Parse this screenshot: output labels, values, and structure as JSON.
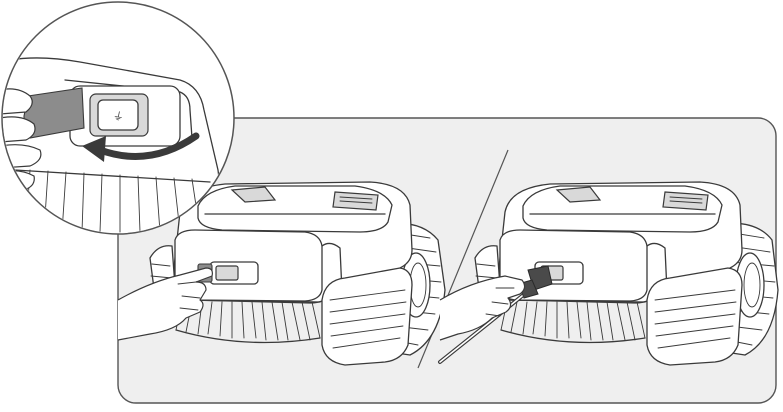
{
  "figure": {
    "panel_count": 2,
    "has_inset_detail": true,
    "colors": {
      "panel_background": "#efefef",
      "line": "#3a3a3a",
      "port_cover": "#8c8c8c",
      "plug": "#4a4a4a"
    },
    "icons": [
      "robot-cleaner",
      "hand",
      "power-port-cover",
      "power-plug",
      "curved-arrow"
    ]
  }
}
